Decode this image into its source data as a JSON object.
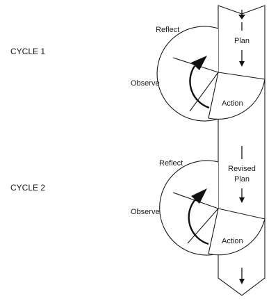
{
  "cycles": [
    {
      "label": "CYCLE 1",
      "stages": {
        "reflect": "Reflect",
        "observe": "Observe",
        "action": "Action"
      },
      "plan": [
        "Plan"
      ]
    },
    {
      "label": "CYCLE 2",
      "stages": {
        "reflect": "Reflect",
        "observe": "Observe",
        "action": "Action"
      },
      "plan": [
        "Revised",
        "Plan"
      ]
    }
  ]
}
